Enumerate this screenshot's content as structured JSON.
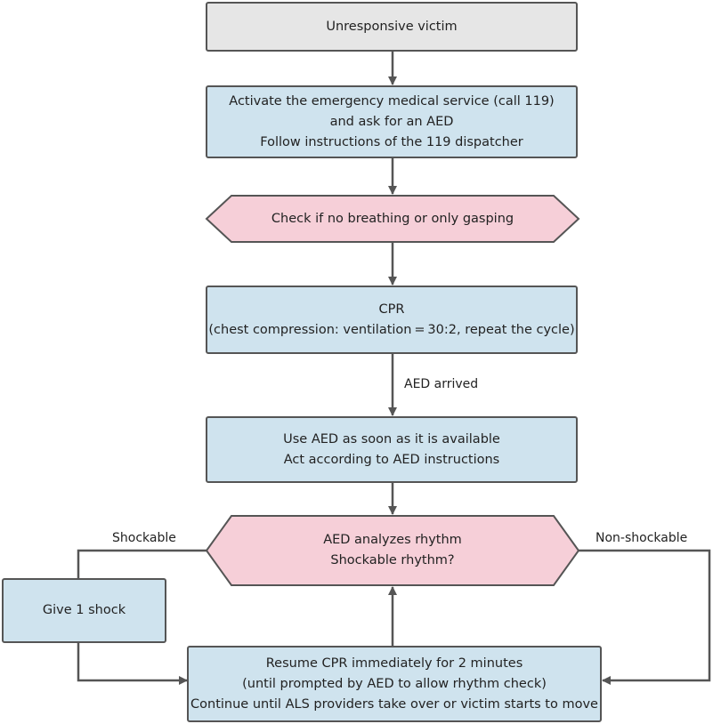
{
  "nodes": {
    "unresponsive": {
      "lines": [
        "Unresponsive victim"
      ]
    },
    "activate_ems": {
      "lines": [
        "Activate the emergency medical service (call 119)",
        "and ask for an AED",
        "Follow instructions of the 119 dispatcher"
      ]
    },
    "check_breathing": {
      "lines": [
        "Check if no breathing or only gasping"
      ]
    },
    "cpr": {
      "lines": [
        "CPR",
        "(chest compression: ventilation = 30:2, repeat the cycle)"
      ]
    },
    "use_aed": {
      "lines": [
        "Use AED as soon as it is available",
        "Act according to AED instructions"
      ]
    },
    "analyze": {
      "lines": [
        "AED analyzes rhythm",
        "Shockable rhythm?"
      ]
    },
    "give_shock": {
      "lines": [
        "Give 1 shock"
      ]
    },
    "resume_cpr": {
      "lines": [
        "Resume CPR immediately for 2 minutes",
        "(until prompted by AED to allow rhythm check)",
        "Continue until ALS providers take over or victim starts to move"
      ]
    }
  },
  "edge_labels": {
    "aed_arrived": "AED arrived",
    "shockable": "Shockable",
    "non_shockable": "Non-shockable"
  },
  "colors": {
    "terminal_fill": "#e6e6e6",
    "process_fill": "#cfe3ee",
    "decision_fill": "#f6cfd8",
    "stroke": "#555555"
  }
}
